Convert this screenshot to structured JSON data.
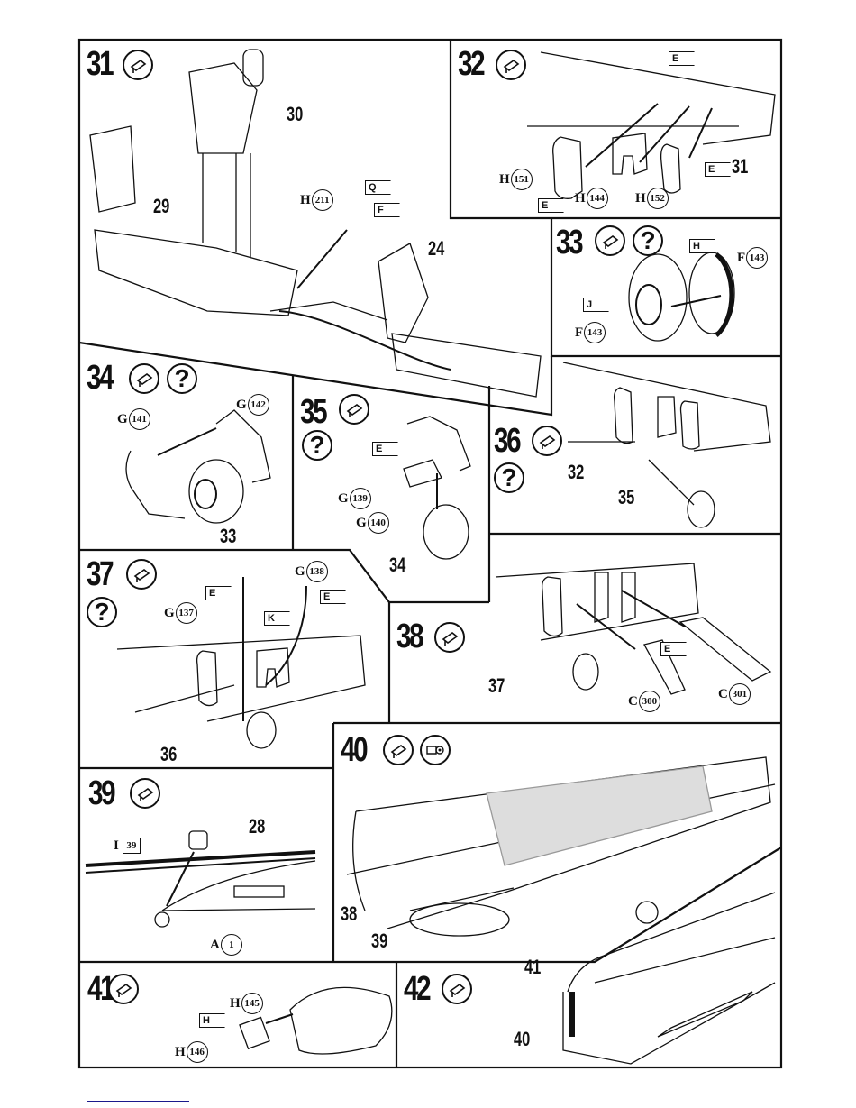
{
  "document": {
    "type": "assembly-instructions",
    "steps": [
      {
        "number": "31",
        "icons": [
          "glue-icon"
        ],
        "parts": [
          "29",
          "30",
          "24"
        ],
        "callouts": [
          {
            "sprue": "H",
            "part": "211"
          }
        ],
        "color_flags": [
          "Q",
          "F"
        ]
      },
      {
        "number": "32",
        "icons": [
          "glue-icon"
        ],
        "parts": [
          "31"
        ],
        "callouts": [
          {
            "sprue": "H",
            "part": "151"
          },
          {
            "sprue": "H",
            "part": "144"
          },
          {
            "sprue": "H",
            "part": "152"
          }
        ],
        "color_flags": [
          "E",
          "E",
          "E"
        ]
      },
      {
        "number": "33",
        "icons": [
          "glue-icon",
          "question-icon"
        ],
        "callouts": [
          {
            "sprue": "F",
            "part": "143"
          },
          {
            "sprue": "F",
            "part": "143"
          }
        ],
        "color_flags": [
          "H",
          "J"
        ]
      },
      {
        "number": "34",
        "icons": [
          "glue-icon",
          "question-icon"
        ],
        "parts": [
          "33"
        ],
        "callouts": [
          {
            "sprue": "G",
            "part": "141"
          },
          {
            "sprue": "G",
            "part": "142"
          }
        ]
      },
      {
        "number": "35",
        "icons": [
          "glue-icon",
          "question-icon"
        ],
        "parts": [
          "34"
        ],
        "callouts": [
          {
            "sprue": "G",
            "part": "139"
          },
          {
            "sprue": "G",
            "part": "140"
          }
        ],
        "color_flags": [
          "E"
        ]
      },
      {
        "number": "36",
        "icons": [
          "glue-icon",
          "question-icon"
        ],
        "parts": [
          "32",
          "35"
        ]
      },
      {
        "number": "37",
        "icons": [
          "glue-icon",
          "question-icon"
        ],
        "parts": [
          "36"
        ],
        "callouts": [
          {
            "sprue": "G",
            "part": "137"
          },
          {
            "sprue": "G",
            "part": "138"
          }
        ],
        "color_flags": [
          "E",
          "K",
          "E"
        ]
      },
      {
        "number": "38",
        "icons": [
          "glue-icon"
        ],
        "parts": [
          "37"
        ],
        "callouts": [
          {
            "sprue": "C",
            "part": "300"
          },
          {
            "sprue": "C",
            "part": "301"
          }
        ],
        "color_flags": [
          "E"
        ]
      },
      {
        "number": "39",
        "icons": [
          "glue-icon"
        ],
        "parts": [
          "28"
        ],
        "callouts": [
          {
            "sprue": "I",
            "part": "39",
            "boxed": true
          },
          {
            "sprue": "A",
            "part": "1"
          }
        ]
      },
      {
        "number": "40",
        "icons": [
          "glue-icon",
          "tape-icon"
        ],
        "parts": [
          "38",
          "39"
        ]
      },
      {
        "number": "41",
        "icons": [
          "glue-icon"
        ],
        "callouts": [
          {
            "sprue": "H",
            "part": "145"
          },
          {
            "sprue": "H",
            "part": "146"
          }
        ],
        "color_flags": [
          "H"
        ]
      },
      {
        "number": "42",
        "icons": [
          "glue-icon"
        ],
        "parts": [
          "41",
          "40"
        ]
      }
    ]
  },
  "labels": {
    "s31": {
      "num": "31",
      "p29": "29",
      "p30": "30",
      "p24": "24",
      "h211_s": "H",
      "h211_p": "211",
      "fQ": "Q",
      "fF": "F"
    },
    "s32": {
      "num": "32",
      "p31": "31",
      "c1_s": "H",
      "c1_p": "151",
      "c2_s": "H",
      "c2_p": "144",
      "c3_s": "H",
      "c3_p": "152",
      "fE": "E"
    },
    "s33": {
      "num": "33",
      "c1_s": "F",
      "c1_p": "143",
      "c2_s": "F",
      "c2_p": "143",
      "fH": "H",
      "fJ": "J"
    },
    "s34": {
      "num": "34",
      "p33": "33",
      "c1_s": "G",
      "c1_p": "141",
      "c2_s": "G",
      "c2_p": "142"
    },
    "s35": {
      "num": "35",
      "p34": "34",
      "c1_s": "G",
      "c1_p": "139",
      "c2_s": "G",
      "c2_p": "140",
      "fE": "E"
    },
    "s36": {
      "num": "36",
      "p32": "32",
      "p35": "35"
    },
    "s37": {
      "num": "37",
      "p36": "36",
      "c1_s": "G",
      "c1_p": "137",
      "c2_s": "G",
      "c2_p": "138",
      "fE": "E",
      "fK": "K"
    },
    "s38": {
      "num": "38",
      "p37": "37",
      "c1_s": "C",
      "c1_p": "300",
      "c2_s": "C",
      "c2_p": "301",
      "fE": "E"
    },
    "s39": {
      "num": "39",
      "p28": "28",
      "c1_s": "I",
      "c1_p": "39",
      "c2_s": "A",
      "c2_p": "1"
    },
    "s40": {
      "num": "40",
      "p38": "38",
      "p39": "39"
    },
    "s41": {
      "num": "41",
      "c1_s": "H",
      "c1_p": "145",
      "c2_s": "H",
      "c2_p": "146",
      "fH": "H"
    },
    "s42": {
      "num": "42",
      "p41": "41",
      "p40": "40"
    },
    "question": "?"
  },
  "colors": {
    "ink": "#111111",
    "paper": "#ffffff",
    "link_underline": "#1a1a8c"
  }
}
